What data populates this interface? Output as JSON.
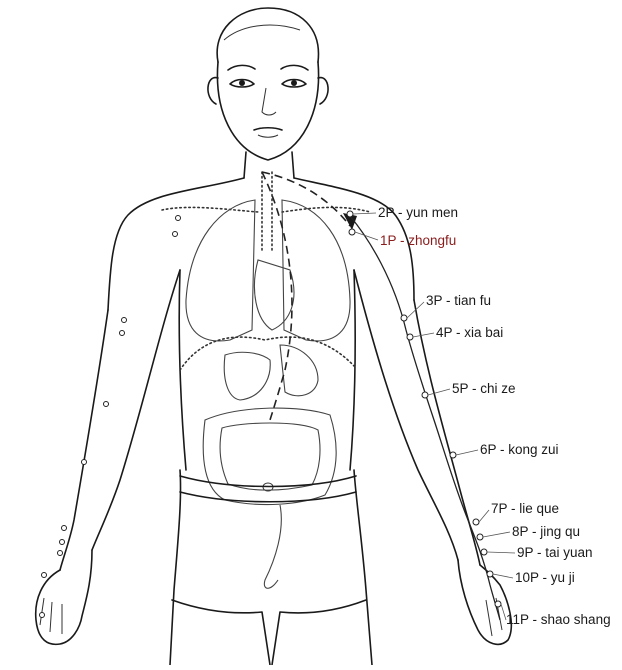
{
  "points": [
    {
      "id": "2P",
      "label": "2P - yun men",
      "highlight": false
    },
    {
      "id": "1P",
      "label": "1P - zhongfu",
      "highlight": true
    },
    {
      "id": "3P",
      "label": "3P - tian fu",
      "highlight": false
    },
    {
      "id": "4P",
      "label": "4P - xia bai",
      "highlight": false
    },
    {
      "id": "5P",
      "label": "5P - chi ze",
      "highlight": false
    },
    {
      "id": "6P",
      "label": "6P - kong zui",
      "highlight": false
    },
    {
      "id": "7P",
      "label": "7P - lie que",
      "highlight": false
    },
    {
      "id": "8P",
      "label": "8P - jing qu",
      "highlight": false
    },
    {
      "id": "9P",
      "label": "9P - tai yuan",
      "highlight": false
    },
    {
      "id": "10P",
      "label": "10P - yu ji",
      "highlight": false
    },
    {
      "id": "11P",
      "label": "11P - shao shang",
      "highlight": false
    }
  ],
  "colors": {
    "highlight_label": "#8a1c1c",
    "label": "#1a1a1a",
    "line": "#1a1a1a"
  }
}
